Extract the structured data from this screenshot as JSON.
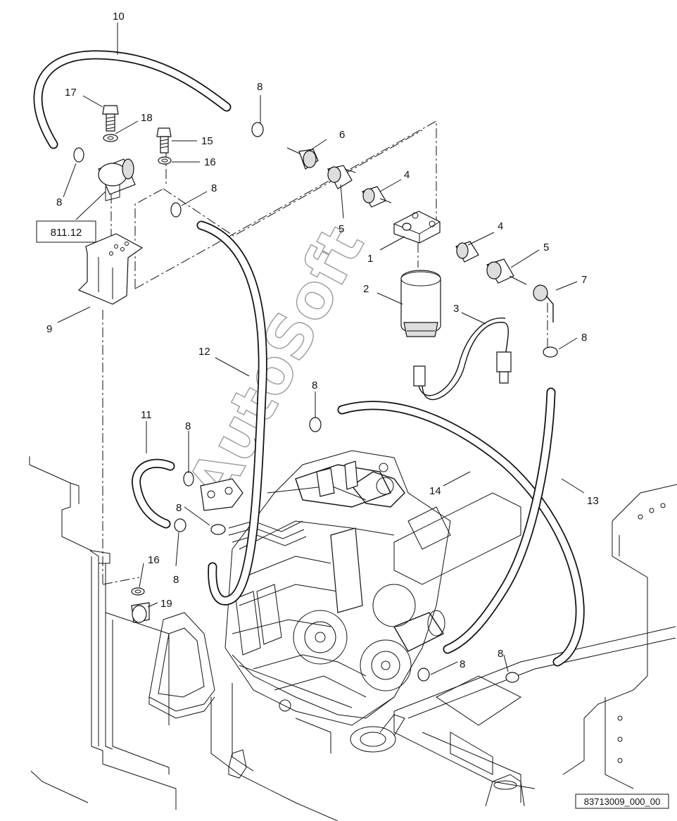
{
  "diagram": {
    "callouts": [
      {
        "id": "c10",
        "text": "10"
      },
      {
        "id": "c17",
        "text": "17"
      },
      {
        "id": "c18",
        "text": "18"
      },
      {
        "id": "c15",
        "text": "15"
      },
      {
        "id": "c16a",
        "text": "16"
      },
      {
        "id": "c8a",
        "text": "8"
      },
      {
        "id": "c8b",
        "text": "8"
      },
      {
        "id": "c8c",
        "text": "8"
      },
      {
        "id": "c6",
        "text": "6"
      },
      {
        "id": "c4a",
        "text": "4"
      },
      {
        "id": "c5a",
        "text": "5"
      },
      {
        "id": "c1",
        "text": "1"
      },
      {
        "id": "c4b",
        "text": "4"
      },
      {
        "id": "c5b",
        "text": "5"
      },
      {
        "id": "c7",
        "text": "7"
      },
      {
        "id": "c2",
        "text": "2"
      },
      {
        "id": "c3",
        "text": "3"
      },
      {
        "id": "c8d",
        "text": "8"
      },
      {
        "id": "c9",
        "text": "9"
      },
      {
        "id": "c12",
        "text": "12"
      },
      {
        "id": "c8e",
        "text": "8"
      },
      {
        "id": "c11",
        "text": "11"
      },
      {
        "id": "c8f",
        "text": "8"
      },
      {
        "id": "c8g",
        "text": "8"
      },
      {
        "id": "c8h",
        "text": "8"
      },
      {
        "id": "c14",
        "text": "14"
      },
      {
        "id": "c13",
        "text": "13"
      },
      {
        "id": "c16b",
        "text": "16"
      },
      {
        "id": "c19",
        "text": "19"
      },
      {
        "id": "c8i",
        "text": "8"
      },
      {
        "id": "c8j",
        "text": "8"
      }
    ],
    "reference_box": "811.12",
    "drawing_code": "83713009_000_00",
    "watermark": "AutoSoft"
  }
}
